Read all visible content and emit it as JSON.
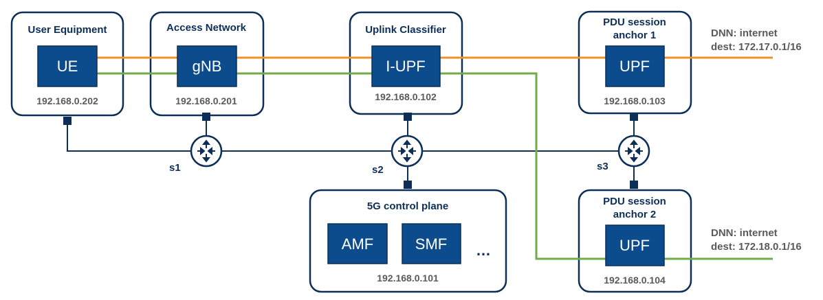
{
  "colors": {
    "orange_link": "#f0902a",
    "green_link": "#72ac4a",
    "node_fill": "#0d4c8c",
    "outline": "#0d2e57"
  },
  "boxes": {
    "ue": {
      "title": "User Equipment",
      "node": "UE",
      "ip": "192.168.0.202"
    },
    "an": {
      "title": "Access Network",
      "node": "gNB",
      "ip": "192.168.0.201"
    },
    "ulcl": {
      "title": "Uplink Classifier",
      "node": "I-UPF",
      "ip": "192.168.0.102"
    },
    "psa1": {
      "title_line1": "PDU session",
      "title_line2": "anchor 1",
      "node": "UPF",
      "ip": "192.168.0.103"
    },
    "psa2": {
      "title_line1": "PDU session",
      "title_line2": "anchor 2",
      "node": "UPF",
      "ip": "192.168.0.104"
    },
    "cp": {
      "title": "5G control plane",
      "node1": "AMF",
      "node2": "SMF",
      "more": "…",
      "ip": "192.168.0.101"
    }
  },
  "switches": {
    "s1": "s1",
    "s2": "s2",
    "s3": "s3"
  },
  "dnn1": {
    "line1": "DNN: internet",
    "line2": "dest: 172.17.0.1/16"
  },
  "dnn2": {
    "line1": "DNN: internet",
    "line2": "dest: 172.18.0.1/16"
  }
}
